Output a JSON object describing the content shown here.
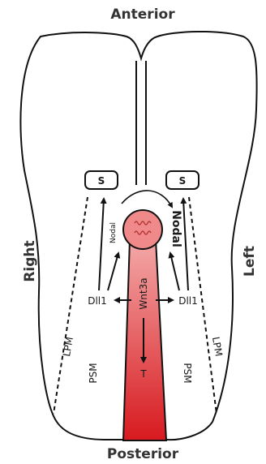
{
  "labels": {
    "anterior": "Anterior",
    "posterior": "Posterior",
    "right": "Right",
    "left": "Left",
    "somite_left_box": "S",
    "somite_right_box": "S",
    "nodal_small": "Nodal",
    "nodal_large": "Nodal",
    "wnt3a": "Wnt3a",
    "dll1_left": "Dll1",
    "dll1_right": "Dll1",
    "t": "T",
    "lpm_left": "LPM",
    "lpm_right": "LPM",
    "psm_left": "PSM",
    "psm_right": "PSM"
  },
  "colors": {
    "outline": "#111111",
    "node_fill": "#f08a8a",
    "tailbud_top": "#f3a3a3",
    "tailbud_bottom": "#d8181c"
  }
}
